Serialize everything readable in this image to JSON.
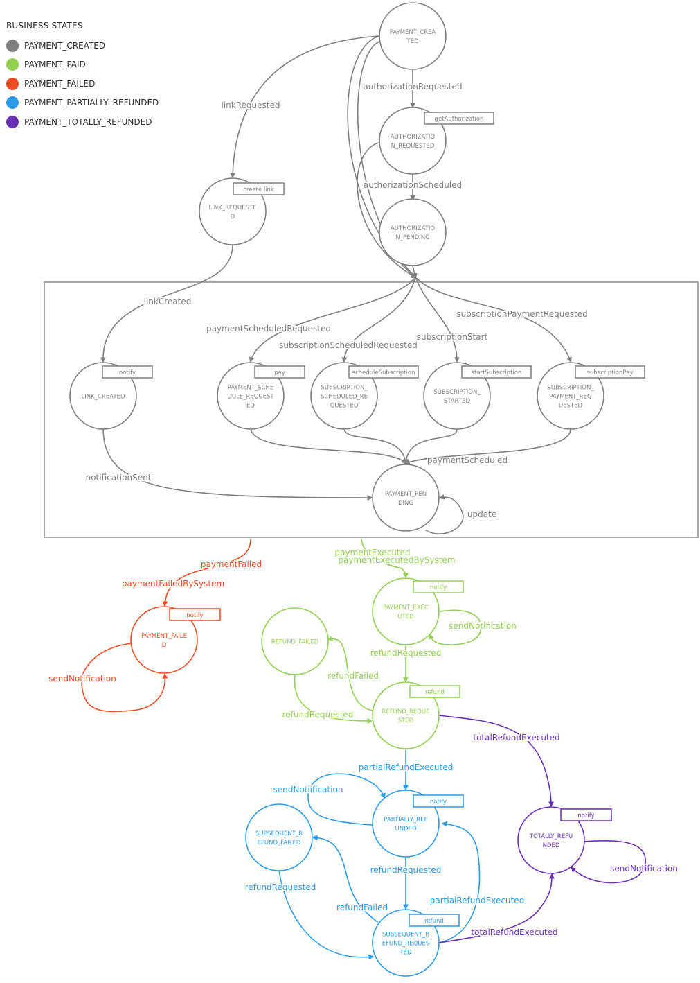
{
  "legend": {
    "title": "BUSINESS STATES",
    "items": [
      {
        "label": "PAYMENT_CREATED",
        "color": "#7f7f7f"
      },
      {
        "label": "PAYMENT_PAID",
        "color": "#92d050"
      },
      {
        "label": "PAYMENT_FAILED",
        "color": "#ee4b24"
      },
      {
        "label": "PAYMENT_PARTIALLY_REFUNDED",
        "color": "#2b9be8"
      },
      {
        "label": "PAYMENT_TOTALLY_REFUNDED",
        "color": "#6b2fb5"
      }
    ]
  },
  "colors": {
    "gray": "#7f7f7f",
    "green": "#92d050",
    "red": "#ee4b24",
    "blue": "#2b9be8",
    "purple": "#6b2fb5"
  },
  "states": [
    {
      "id": "PAYMENT_CREATED",
      "lines": [
        "PAYMENT_CREA",
        "TED"
      ],
      "color": "gray",
      "action": ""
    },
    {
      "id": "AUTHORIZATION_REQUESTED",
      "lines": [
        "AUTHORIZATIO",
        "N_REQUESTED"
      ],
      "color": "gray",
      "action": "getAuthorization"
    },
    {
      "id": "AUTHORIZATION_PENDING",
      "lines": [
        "AUTHORIZATIO",
        "N_PENDING"
      ],
      "color": "gray",
      "action": ""
    },
    {
      "id": "LINK_REQUESTED",
      "lines": [
        "LINK_REQUESTE",
        "D"
      ],
      "color": "gray",
      "action": "create link"
    },
    {
      "id": "LINK_CREATED",
      "lines": [
        "LINK_CREATED"
      ],
      "color": "gray",
      "action": "notify"
    },
    {
      "id": "PAYMENT_SCHEDULE_REQUESTED",
      "lines": [
        "PAYMENT_SCHE",
        "DULE_REQUEST",
        "ED"
      ],
      "color": "gray",
      "action": "pay"
    },
    {
      "id": "SUBSCRIPTION_SCHEDULED_REQUESTED",
      "lines": [
        "SUBSCRIPTION_",
        "SCHEDULED_RE",
        "QUESTED"
      ],
      "color": "gray",
      "action": "scheduleSubscription"
    },
    {
      "id": "SUBSCRIPTION_STARTED",
      "lines": [
        "SUBSCRIPTION_",
        "STARTED"
      ],
      "color": "gray",
      "action": "startSubscription"
    },
    {
      "id": "SUBSCRIPTION_PAYMENT_REQUESTED",
      "lines": [
        "SUBSCRIPTION_",
        "PAYMENT_REQ",
        "UESTED"
      ],
      "color": "gray",
      "action": "subscriptionPay"
    },
    {
      "id": "PAYMENT_PENDING",
      "lines": [
        "PAYMENT_PEN",
        "DING"
      ],
      "color": "gray",
      "action": ""
    },
    {
      "id": "PAYMENT_FAILED",
      "lines": [
        "PAYMENT_FAILE",
        "D"
      ],
      "color": "red",
      "action": "notify"
    },
    {
      "id": "PAYMENT_EXECUTED",
      "lines": [
        "PAYMENT_EXEC",
        "UTED"
      ],
      "color": "green",
      "action": "notify"
    },
    {
      "id": "REFUND_FAILED",
      "lines": [
        "REFUND_FAILED"
      ],
      "color": "green",
      "action": ""
    },
    {
      "id": "REFUND_REQUESTED",
      "lines": [
        "REFUND_REQUE",
        "STED"
      ],
      "color": "green",
      "action": "refund"
    },
    {
      "id": "PARTIALLY_REFUNDED",
      "lines": [
        "PARTIALLY_REF",
        "UNDED"
      ],
      "color": "blue",
      "action": "notify"
    },
    {
      "id": "SUBSEQUENT_REFUND_FAILED",
      "lines": [
        "SUBSEQUENT_R",
        "EFUND_FAILED"
      ],
      "color": "blue",
      "action": ""
    },
    {
      "id": "SUBSEQUENT_REFUND_REQUESTED",
      "lines": [
        "SUBSEQUENT_R",
        "EFUND_REQUES",
        "TED"
      ],
      "color": "blue",
      "action": "refund"
    },
    {
      "id": "TOTALLY_REFUNDED",
      "lines": [
        "TOTALLY_REFU",
        "NDED"
      ],
      "color": "purple",
      "action": "notify"
    }
  ],
  "transitions": [
    {
      "id": "t1",
      "label": "authorizationRequested",
      "color": "gray"
    },
    {
      "id": "t2",
      "label": "authorizationScheduled",
      "color": "gray"
    },
    {
      "id": "t3",
      "label": "linkRequested",
      "color": "gray"
    },
    {
      "id": "t4",
      "label": "linkCreated",
      "color": "gray"
    },
    {
      "id": "t5",
      "label": "paymentScheduledRequested",
      "color": "gray"
    },
    {
      "id": "t6",
      "label": "subscriptionScheduledRequested",
      "color": "gray"
    },
    {
      "id": "t7",
      "label": "subscriptionStart",
      "color": "gray"
    },
    {
      "id": "t8",
      "label": "subscriptionPaymentRequested",
      "color": "gray"
    },
    {
      "id": "t9",
      "label": "paymentScheduled",
      "color": "gray"
    },
    {
      "id": "t10",
      "label": "notificationSent",
      "color": "gray"
    },
    {
      "id": "t11",
      "label": "update",
      "color": "gray"
    },
    {
      "id": "t12",
      "label": "paymentFailed",
      "color": "red"
    },
    {
      "id": "t13",
      "label": "paymentFailedBySystem",
      "color": "red"
    },
    {
      "id": "t14",
      "label": "sendNotification",
      "color": "red"
    },
    {
      "id": "t15",
      "label": "paymentExecuted",
      "color": "green"
    },
    {
      "id": "t16",
      "label": "paymentExecutedBySystem",
      "color": "green"
    },
    {
      "id": "t17",
      "label": "sendNotification",
      "color": "green"
    },
    {
      "id": "t18",
      "label": "refundRequested",
      "color": "green"
    },
    {
      "id": "t19",
      "label": "refundFailed",
      "color": "green"
    },
    {
      "id": "t20",
      "label": "refundRequested",
      "color": "green"
    },
    {
      "id": "t21",
      "label": "totalRefundExecuted",
      "color": "purple"
    },
    {
      "id": "t22",
      "label": "partialRefundExecuted",
      "color": "blue"
    },
    {
      "id": "t23",
      "label": "sendNotiification",
      "color": "blue"
    },
    {
      "id": "t24",
      "label": "refundRequested",
      "color": "blue"
    },
    {
      "id": "t25",
      "label": "refundRequested",
      "color": "blue"
    },
    {
      "id": "t26",
      "label": "refundFailed",
      "color": "blue"
    },
    {
      "id": "t27",
      "label": "partialRefundExecuted",
      "color": "blue"
    },
    {
      "id": "t28",
      "label": "totalRefundExecuted",
      "color": "purple"
    },
    {
      "id": "t29",
      "label": "sendNotification",
      "color": "purple"
    }
  ]
}
